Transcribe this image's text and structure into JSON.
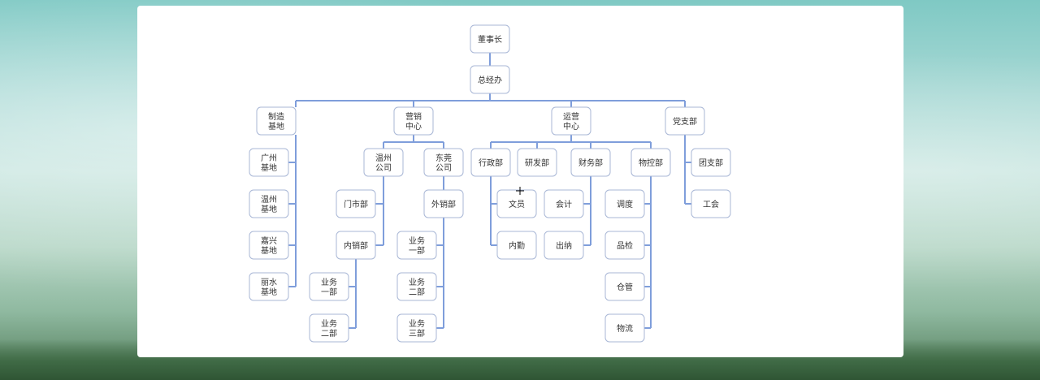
{
  "org_chart": {
    "root": {
      "id": "chairman",
      "label": "董事长"
    },
    "nodes": [
      {
        "id": "chairman",
        "label": "董事长"
      },
      {
        "id": "gm_office",
        "label": "总经办"
      },
      {
        "id": "manufacturing_base",
        "label": "制造\n基地"
      },
      {
        "id": "marketing_center",
        "label": "营销\n中心"
      },
      {
        "id": "operations_center",
        "label": "运营\n中心"
      },
      {
        "id": "party_branch",
        "label": "党支部"
      },
      {
        "id": "guangzhou_base",
        "label": "广州\n基地"
      },
      {
        "id": "wenzhou_base",
        "label": "温州\n基地"
      },
      {
        "id": "jiaxing_base",
        "label": "嘉兴\n基地"
      },
      {
        "id": "lishui_base",
        "label": "丽水\n基地"
      },
      {
        "id": "wenzhou_company",
        "label": "温州\n公司"
      },
      {
        "id": "dongguan_company",
        "label": "东莞\n公司"
      },
      {
        "id": "store_dept",
        "label": "门市部"
      },
      {
        "id": "domestic_sales",
        "label": "内销部"
      },
      {
        "id": "wz_biz_1",
        "label": "业务\n一部"
      },
      {
        "id": "wz_biz_2",
        "label": "业务\n二部"
      },
      {
        "id": "export_sales",
        "label": "外销部"
      },
      {
        "id": "dg_biz_1",
        "label": "业务\n一部"
      },
      {
        "id": "dg_biz_2",
        "label": "业务\n二部"
      },
      {
        "id": "dg_biz_3",
        "label": "业务\n三部"
      },
      {
        "id": "admin_dept",
        "label": "行政部"
      },
      {
        "id": "rd_dept",
        "label": "研发部"
      },
      {
        "id": "finance_dept",
        "label": "财务部"
      },
      {
        "id": "material_dept",
        "label": "物控部"
      },
      {
        "id": "clerk",
        "label": "文员"
      },
      {
        "id": "internal_service",
        "label": "内勤"
      },
      {
        "id": "accounting",
        "label": "会计"
      },
      {
        "id": "cashier",
        "label": "出纳"
      },
      {
        "id": "scheduling",
        "label": "调度"
      },
      {
        "id": "quality_check",
        "label": "品检"
      },
      {
        "id": "warehouse",
        "label": "仓管"
      },
      {
        "id": "logistics",
        "label": "物流"
      },
      {
        "id": "youth_league",
        "label": "团支部"
      },
      {
        "id": "labor_union",
        "label": "工会"
      }
    ],
    "edges": [
      [
        "chairman",
        "gm_office"
      ],
      [
        "gm_office",
        "manufacturing_base"
      ],
      [
        "gm_office",
        "marketing_center"
      ],
      [
        "gm_office",
        "operations_center"
      ],
      [
        "gm_office",
        "party_branch"
      ],
      [
        "manufacturing_base",
        "guangzhou_base"
      ],
      [
        "manufacturing_base",
        "wenzhou_base"
      ],
      [
        "manufacturing_base",
        "jiaxing_base"
      ],
      [
        "manufacturing_base",
        "lishui_base"
      ],
      [
        "marketing_center",
        "wenzhou_company"
      ],
      [
        "marketing_center",
        "dongguan_company"
      ],
      [
        "wenzhou_company",
        "store_dept"
      ],
      [
        "wenzhou_company",
        "domestic_sales"
      ],
      [
        "domestic_sales",
        "wz_biz_1"
      ],
      [
        "domestic_sales",
        "wz_biz_2"
      ],
      [
        "dongguan_company",
        "export_sales"
      ],
      [
        "export_sales",
        "dg_biz_1"
      ],
      [
        "export_sales",
        "dg_biz_2"
      ],
      [
        "export_sales",
        "dg_biz_3"
      ],
      [
        "operations_center",
        "admin_dept"
      ],
      [
        "operations_center",
        "rd_dept"
      ],
      [
        "operations_center",
        "finance_dept"
      ],
      [
        "operations_center",
        "material_dept"
      ],
      [
        "admin_dept",
        "clerk"
      ],
      [
        "admin_dept",
        "internal_service"
      ],
      [
        "finance_dept",
        "accounting"
      ],
      [
        "finance_dept",
        "cashier"
      ],
      [
        "material_dept",
        "scheduling"
      ],
      [
        "material_dept",
        "quality_check"
      ],
      [
        "material_dept",
        "warehouse"
      ],
      [
        "material_dept",
        "logistics"
      ],
      [
        "party_branch",
        "youth_league"
      ],
      [
        "party_branch",
        "labor_union"
      ]
    ]
  },
  "colors": {
    "connector": "#7f9edb",
    "node_border": "#a9b7d6",
    "node_fill": "#ffffff",
    "panel": "#ffffff",
    "text": "#333333"
  }
}
